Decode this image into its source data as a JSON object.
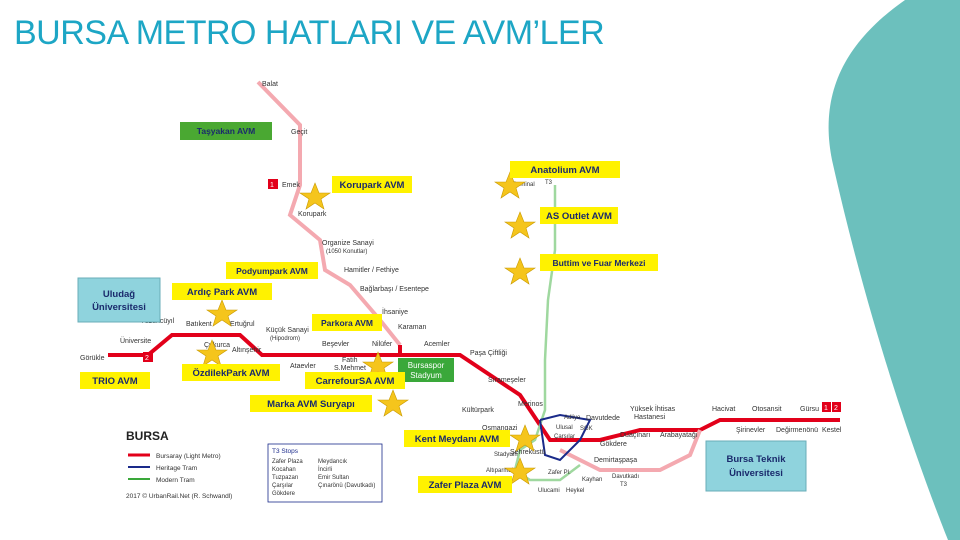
{
  "title": "BURSA METRO HATLARI VE AVM’LER",
  "colors": {
    "title": "#1da6c5",
    "metro": "#e2001a",
    "metro_light": "#f4a9b0",
    "tram_modern": "#3aa83a",
    "tram_heritage": "#1a2a8a",
    "avm_box": "#fff200",
    "green_box": "#4aa832",
    "teal_box": "#8fd3dd",
    "accent_shape": "#6cc0bd"
  },
  "avm_labels": {
    "tasyakan": "Taşyakan AVM",
    "korupark": "Korupark AVM",
    "anatolium": "Anatolium AVM",
    "as_outlet": "AS Outlet AVM",
    "buttim": "Buttim ve Fuar Merkezi",
    "podyumpark": "Podyumpark AVM",
    "ardic": "Ardıç Park AVM",
    "parkora": "Parkora AVM",
    "ozdilek": "ÖzdilekPark AVM",
    "carrefour": "CarrefourSA AVM",
    "trio": "TRIO AVM",
    "marka": "Marka AVM Suryapı",
    "kent": "Kent Meydanı AVM",
    "zafer": "Zafer Plaza AVM"
  },
  "universities": {
    "uludag": "Uludağ Üniversitesi",
    "teknik": "Bursa Teknik Üniversitesi"
  },
  "stadium": {
    "line1": "Bursaspor",
    "line2": "Stadyum"
  },
  "stations": {
    "balat": "Balat",
    "gecit": "Geçit",
    "emek": "Emek",
    "korupark": "Korupark",
    "organize": "Organize Sanayi",
    "konutlar": "(1050 Konutlar)",
    "hamitler": "Hamitler / Fethiye",
    "baglarbasi": "Bağlarbaşı / Esentepe",
    "ihsaniye": "İhsaniye",
    "karaman": "Karaman",
    "acemler": "Acemler",
    "pasa": "Paşa Çiftliği",
    "sirameseler": "Sırameşeler",
    "merinos": "Merinos",
    "kulturpark": "Kültürpark",
    "osmangazi": "Osmangazi",
    "sehrekustu": "Şehreküstü",
    "demirtas": "Demirtaşpaşa",
    "duaciinari": "Duaçınarı",
    "arabayatagi": "Arabayatağı",
    "gokdere": "Gökdere",
    "davutdede": "Davutdede",
    "yuksek": "Yüksek İhtisas",
    "hastanesi": "Hastanesi",
    "hacivat": "Hacivat",
    "otosansit": "Otosansit",
    "gursu": "Gürsu",
    "sirinevler": "Şirinevler",
    "degirmenonu": "Değirmenönü",
    "kestel": "Kestel",
    "nilufer": "Nilüfer",
    "fatih": "Fatih",
    "smehmet": "S.Mehmet",
    "besevler": "Beşevler",
    "ataevler": "Ataevler",
    "kucuk": "Küçük Sanayi",
    "hipodrom": "(Hipodrom)",
    "altinsehir": "Altınşehir",
    "ertugrul": "Ertuğrul",
    "batikent": "Batıkent",
    "cukurca": "Çukurca",
    "yuzuncuyil": "Yüzüncüyıl",
    "universite": "Üniversite",
    "gorukle": "Görükle",
    "terminal": "Terminal",
    "t3": "T3",
    "davutkadi": "Davutkadı",
    "stadyum_t": "Stadyum",
    "altiparmak": "Altıparmak",
    "ulucami": "Ulucami",
    "heykel": "Heykel",
    "zafer_t": "Zafer Pl.",
    "kayhan": "Kayhan",
    "adliye": "Adliye",
    "ulusal": "Ulusal",
    "garlar": "Çarşılar",
    "sgk": "SGK"
  },
  "line_badges": {
    "l1": "1",
    "l2": "2",
    "l12a": "1",
    "l12b": "2"
  },
  "legend": {
    "title": "BURSA",
    "items": [
      "Bursaray (Light Metro)",
      "Heritage Tram",
      "Modern Tram"
    ],
    "credit": "2017 © UrbanRail.Net (R. Schwandl)",
    "t3_title": "T3 Stops",
    "t3_col1": [
      "Zafer Plaza",
      "Kocahan",
      "Tuzpazarı",
      "Çarşılar",
      "Gökdere"
    ],
    "t3_col2": [
      "Meydancık",
      "İncirli",
      "Emir Sultan",
      "Çınarönü (Davutkadı)"
    ]
  }
}
